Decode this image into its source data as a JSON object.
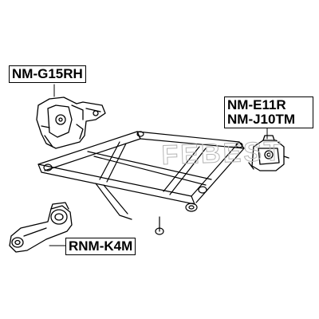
{
  "labels": {
    "top_left": "NM-G15RH",
    "right_line1": "NM-E11R",
    "right_line2": "NM-J10TM",
    "bottom_left": "RNM-K4M"
  },
  "watermark": {
    "text": "FEBEST"
  },
  "colors": {
    "ink": "#000000",
    "watermark": "#b5b5b5",
    "background": "#ffffff"
  }
}
